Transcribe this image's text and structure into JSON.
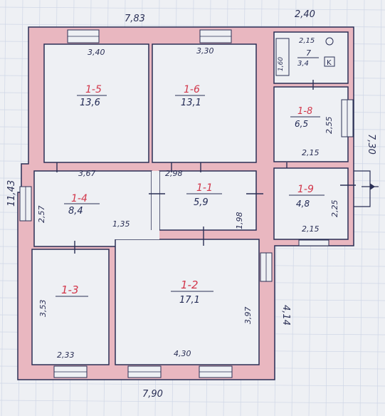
{
  "colors": {
    "paper": "#eef0f4",
    "grid": "#cfd6e6",
    "wall_fill": "#e9b7c0",
    "ink": "#2a2f55",
    "room_number": "#d2364a"
  },
  "rooms": [
    {
      "id": "1-5",
      "area": "13,6"
    },
    {
      "id": "1-6",
      "area": "13,1"
    },
    {
      "id": "7",
      "area": "3,4"
    },
    {
      "id": "1-8",
      "area": "6,5"
    },
    {
      "id": "1-4",
      "area": "8,4"
    },
    {
      "id": "1-1",
      "area": "5,9"
    },
    {
      "id": "1-9",
      "area": "4,8"
    },
    {
      "id": "1-3",
      "area": ""
    },
    {
      "id": "1-2",
      "area": "17,1"
    }
  ],
  "dimensions": {
    "outer_top_left": "7,83",
    "outer_top_right": "2,40",
    "outer_bottom": "7,90",
    "outer_left": "11,43",
    "outer_right_upper": "7,30",
    "outer_right_lower": "4,14",
    "d_room15_top": "3,40",
    "d_room16_top": "3,30",
    "d_wc_top": "2,15",
    "d_wc_side": "1,60",
    "d_room18_side": "2,55",
    "d_room18_bottom": "2,15",
    "d_room14_top": "3,67",
    "d_room11_top": "2,98",
    "d_room14_side": "2,57",
    "d_room11_side": "1,98",
    "d_room19_side": "2,25",
    "d_room19_bottom": "2,15",
    "d_corridor": "1,35",
    "d_room13_side": "3,53",
    "d_room12_side": "3,97",
    "d_room13_bottom": "2,33",
    "d_room12_bottom": "4,30"
  },
  "symbols": {
    "wc_mark": "K"
  }
}
